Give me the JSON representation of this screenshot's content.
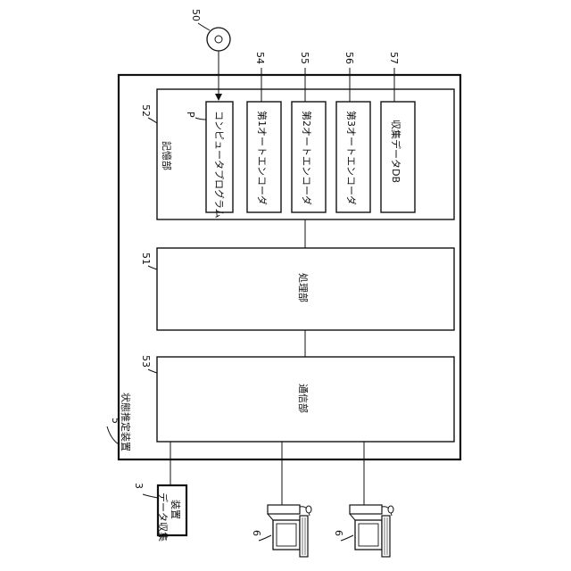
{
  "device": {
    "ref": "5",
    "label": "状態推定装置"
  },
  "storage": {
    "ref": "52",
    "label": "記憶部",
    "modules": [
      {
        "ref": "P",
        "label": "コンピュータプログラム"
      },
      {
        "ref": "54",
        "label": "第1オートエンコーダ"
      },
      {
        "ref": "55",
        "label": "第2オートエンコーダ"
      },
      {
        "ref": "56",
        "label": "第3オートエンコーダ"
      },
      {
        "ref": "57",
        "label": "収集データDB"
      }
    ]
  },
  "processor": {
    "ref": "51",
    "label": "処理部"
  },
  "comm": {
    "ref": "53",
    "label": "通信部"
  },
  "media": {
    "ref": "50",
    "icon": "disc-icon"
  },
  "collector": {
    "ref": "3",
    "label_line1": "データ収集",
    "label_line2": "装置"
  },
  "terminals": [
    {
      "ref": "6",
      "icon": "computer-terminal-icon"
    },
    {
      "ref": "6",
      "icon": "computer-terminal-icon"
    }
  ]
}
